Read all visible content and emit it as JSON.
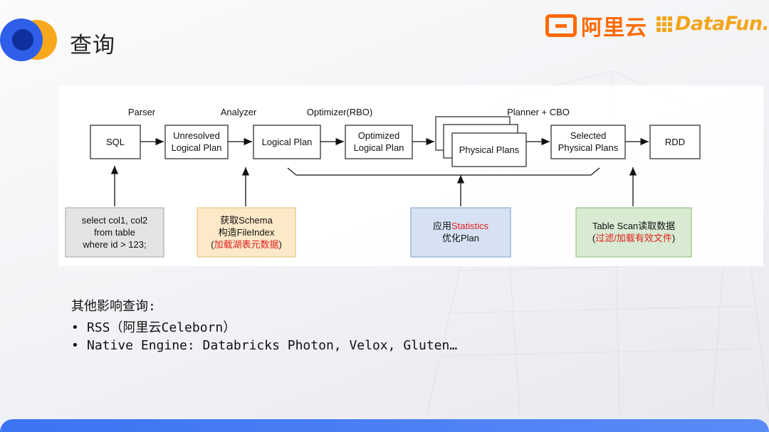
{
  "header": {
    "title": "查询",
    "brand_aliyun": "阿里云",
    "brand_datafun": "DataFun."
  },
  "colors": {
    "accent_blue": "#2f5fe8",
    "accent_orange": "#f7a81c",
    "aliyun_orange": "#ff6a00",
    "highlight_red": "#e02020"
  },
  "diagram": {
    "stage_labels": {
      "parser": "Parser",
      "analyzer": "Analyzer",
      "optimizer": "Optimizer(RBO)",
      "planner": "Planner + CBO"
    },
    "nodes": {
      "sql": "SQL",
      "unresolved": [
        "Unresolved",
        "Logical Plan"
      ],
      "logical_plan": "Logical Plan",
      "optimized": [
        "Optimized",
        "Logical Plan"
      ],
      "physical_plans": "Physical Plans",
      "selected": [
        "Selected",
        "Physical Plans"
      ],
      "rdd": "RDD"
    },
    "notes": {
      "sql_note": [
        "select col1, col2",
        "from table",
        "where id > 123;"
      ],
      "analyzer_note": {
        "line1": "获取Schema",
        "line2": "构造FileIndex",
        "line3_open": "(",
        "line3_red": "加载湖表元数据",
        "line3_close": ")"
      },
      "stats_note": {
        "line1_prefix": "应用",
        "line1_red": "Statistics",
        "line2": "优化Plan"
      },
      "scan_note": {
        "line1": "Table Scan读取数据",
        "line2_open": "(",
        "line2_red": "过滤/加载有效文件",
        "line2_close": ")"
      }
    }
  },
  "body": {
    "heading": "其他影响查询:",
    "bullets": [
      "RSS（阿里云Celeborn）",
      "Native Engine: Databricks Photon, Velox, Gluten…"
    ]
  }
}
